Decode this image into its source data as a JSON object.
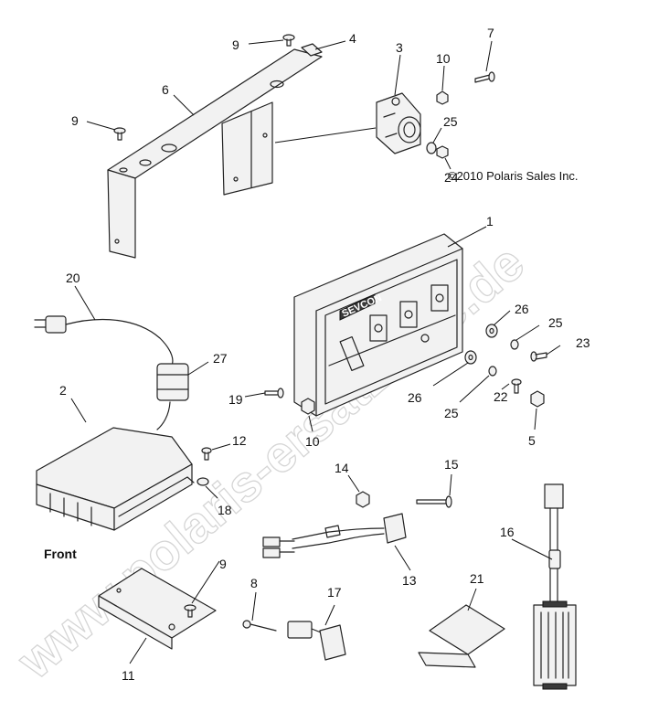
{
  "copyright": "©2010 Polaris Sales Inc.",
  "front_label": "Front",
  "controller_brand": "SEVCON",
  "watermark": "www.polaris-ersatzteile.de",
  "callouts": [
    "9",
    "4",
    "7",
    "3",
    "10",
    "6",
    "9",
    "25",
    "24",
    "1",
    "20",
    "26",
    "25",
    "27",
    "23",
    "2",
    "19",
    "26",
    "25",
    "22",
    "12",
    "10",
    "5",
    "14",
    "15",
    "18",
    "16",
    "Front",
    "13",
    "9",
    "21",
    "8",
    "17",
    "11"
  ]
}
